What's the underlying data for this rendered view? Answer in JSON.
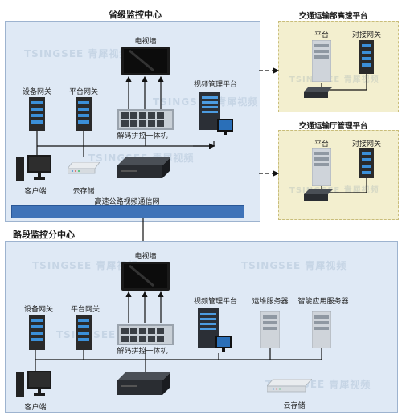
{
  "top": {
    "title": "省级监控中心",
    "tv_label": "电视墙",
    "gateway_label": "设备网关",
    "platform_gateway_label": "平台网关",
    "video_platform_label": "视频管理平台",
    "decoder_label": "解码拼控一体机",
    "client_label": "客户端",
    "storage_label": "云存储",
    "network_label": "高速公路视频通信网"
  },
  "right": {
    "box1": {
      "title": "交通运输部高速平台",
      "platform_label": "平台",
      "gateway_label": "对接网关"
    },
    "box2": {
      "title": "交通运输厅管理平台",
      "platform_label": "平台",
      "gateway_label": "对接网关"
    }
  },
  "bottom": {
    "title": "路段监控分中心",
    "tv_label": "电视墙",
    "gateway_label": "设备网关",
    "platform_gateway_label": "平台网关",
    "video_platform_label": "视频管理平台",
    "ops_server_label": "运维服务器",
    "ai_server_label": "智能应用服务器",
    "decoder_label": "解码拼控一体机",
    "client_label": "客户端",
    "storage_label": "云存储"
  },
  "watermark": "TSINGSEE 青犀视频",
  "colors": {
    "panel": "#dfe9f5",
    "network_bar": "#3f73b8",
    "right_panel": "#f3efcf"
  }
}
